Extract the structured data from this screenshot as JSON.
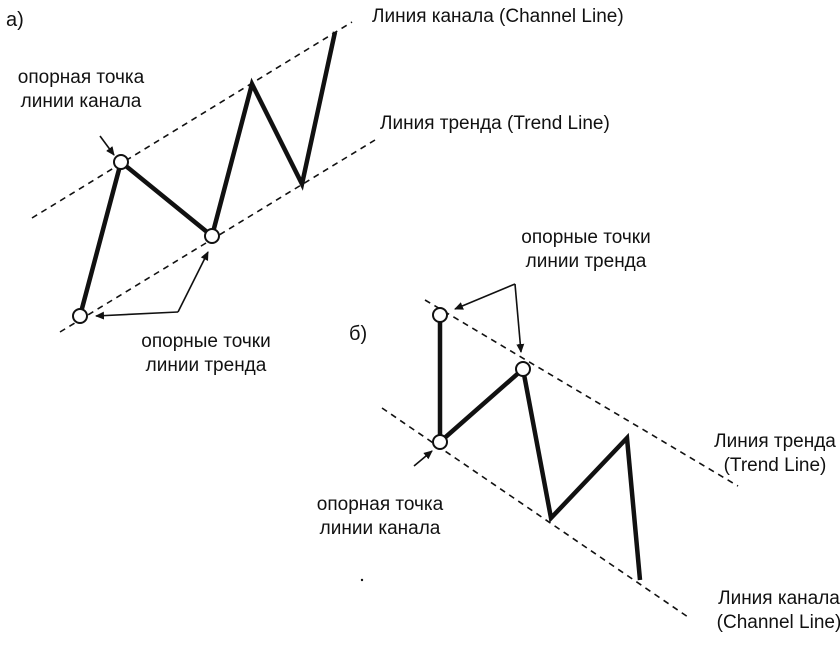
{
  "panel_a": {
    "letter": "а)",
    "channel_line_label": "Линия канала (Channel Line)",
    "trend_line_label": "Линия тренда (Trend Line)",
    "channel_anchor_label_1": "опорная точка",
    "channel_anchor_label_2": "линии канала",
    "trend_anchor_label_1": "опорные точки",
    "trend_anchor_label_2": "линии тренда"
  },
  "panel_b": {
    "letter": "б)",
    "trend_anchor_label_1": "опорные точки",
    "trend_anchor_label_2": "линии тренда",
    "trend_line_label_1": "Линия тренда",
    "trend_line_label_2": "(Trend Line)",
    "channel_anchor_label_1": "опорная точка",
    "channel_anchor_label_2": "линии канала",
    "channel_line_label_1": "Линия канала",
    "channel_line_label_2": "(Channel Line)"
  },
  "colors": {
    "ink": "#111111",
    "background": "#ffffff"
  }
}
